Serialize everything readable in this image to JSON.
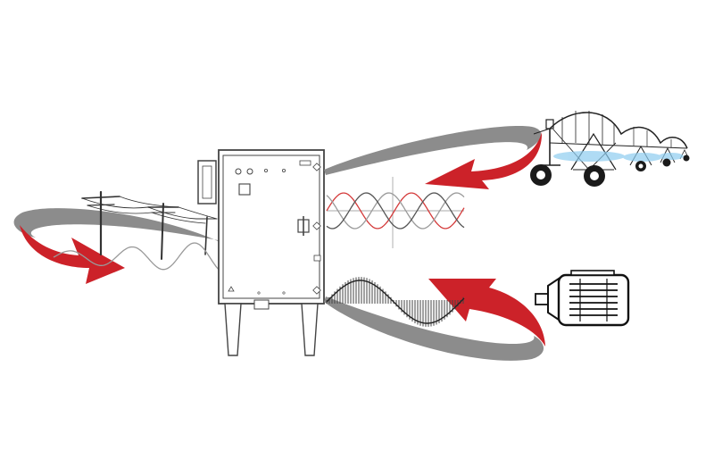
{
  "diagram": {
    "components": [
      {
        "id": "power-lines",
        "icon": "utility-pole-icon"
      },
      {
        "id": "vfd-cabinet",
        "icon": "drive-cabinet-icon"
      },
      {
        "id": "center-pivot",
        "icon": "irrigation-pivot-icon"
      },
      {
        "id": "motor",
        "icon": "electric-motor-icon"
      }
    ],
    "waveforms": [
      {
        "id": "input-sine",
        "kind": "single-phase sine"
      },
      {
        "id": "three-phase-sine",
        "kind": "three-phase sine",
        "phases": 3
      },
      {
        "id": "pwm-output",
        "kind": "pulse width modulation"
      }
    ],
    "colors": {
      "arrow_red": "#cc2229",
      "swoosh_gray": "#8c8c8c",
      "line_dark": "#333333",
      "phase_red": "#d43a3a",
      "phase_gray": "#9a9a9a",
      "phase_dark": "#555555",
      "spray_blue": "#8ecdf0"
    }
  }
}
